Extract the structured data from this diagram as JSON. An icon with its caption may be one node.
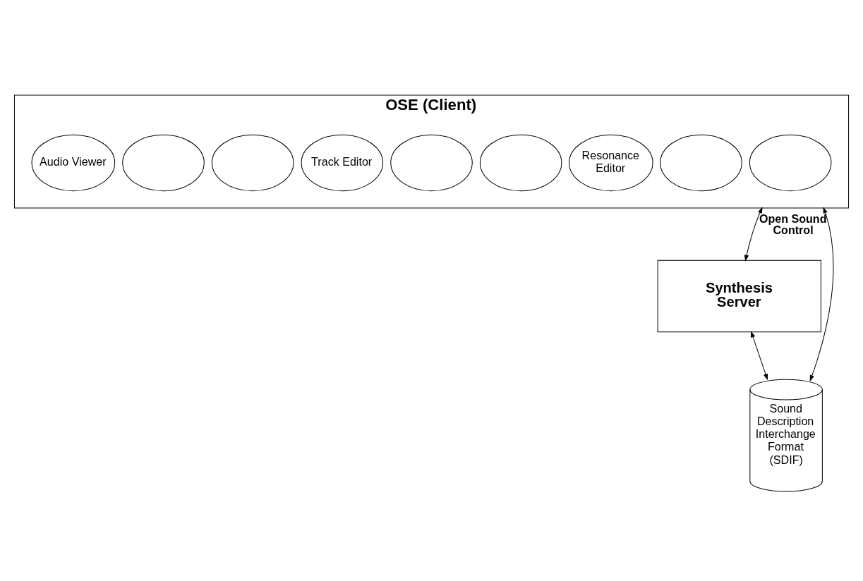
{
  "diagram": {
    "nodes": [
      {
        "text": [
          "OSE (Client)"
        ]
      },
      {
        "text": [],
        "shape": "ellipse",
        "in": 0
      },
      {
        "text": [],
        "shape": "ellipse",
        "in": 0
      },
      {
        "text": [
          "Resonance Editor"
        ],
        "in": 0
      },
      {
        "text": [],
        "shape": "ellipse",
        "in": 0
      },
      {
        "text": [],
        "shape": "ellipse",
        "in": 0
      },
      {
        "text": [
          "Track Editor"
        ],
        "in": 0
      },
      {
        "text": [],
        "shape": "ellipse",
        "in": 0
      },
      {
        "text": [],
        "shape": "ellipse",
        "in": 0
      },
      {
        "text": [
          "Audio Viewer"
        ],
        "in": 0
      },
      {
        "text": [
          "Synthesis Server"
        ]
      },
      {
        "text": [
          "Sound Description Interchange Format (SDIF)"
        ]
      }
    ],
    "edges": [
      {
        "from": 0,
        "to": 10,
        "arrow": "both",
        "label": "Open Sound Control"
      },
      {
        "from": 0,
        "to": 11,
        "arrow": "both"
      },
      {
        "from": 10,
        "to": 11,
        "arrow": "both"
      }
    ]
  }
}
